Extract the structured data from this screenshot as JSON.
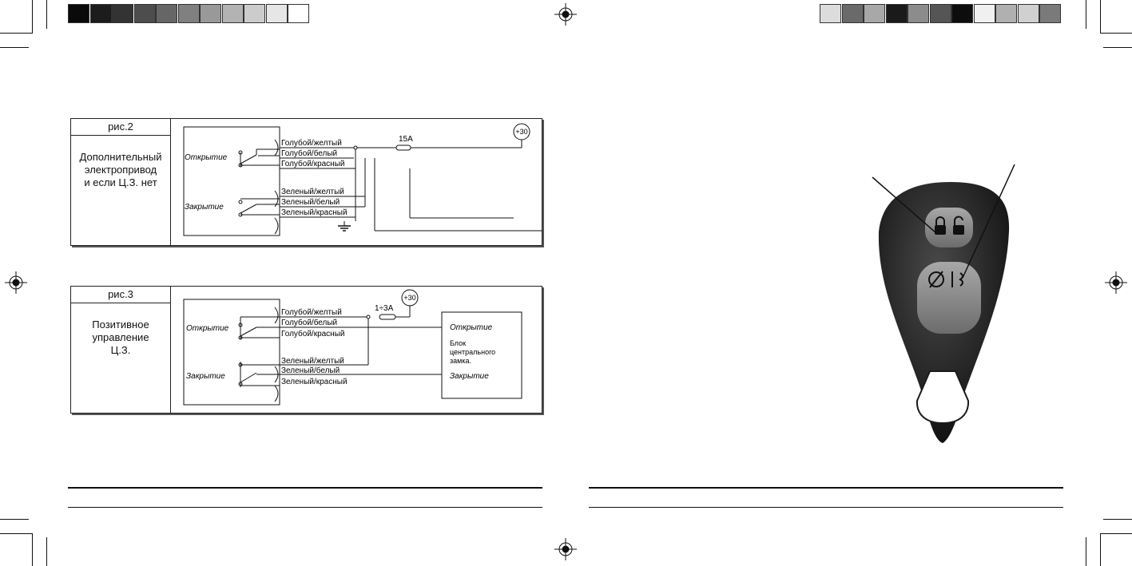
{
  "color_bar_left": [
    "#0a0a0a",
    "#1c1c1c",
    "#333333",
    "#4d4d4d",
    "#666666",
    "#808080",
    "#999999",
    "#b3b3b3",
    "#cccccc",
    "#e6e6e6",
    "#ffffff"
  ],
  "color_bar_right": [
    "#dcdcdc",
    "#6a6a6a",
    "#a8a8a8",
    "#1a1a1a",
    "#8c8c8c",
    "#555555",
    "#0d0d0d",
    "#f0f0f0",
    "#b0b0b0",
    "#d0d0d0",
    "#7a7a7a"
  ],
  "fig2": {
    "label": "рис.2",
    "description": "Дополнительный электропривод и если Ц.З. нет",
    "desc_lines": [
      "Дополнительный",
      "электропривод",
      "и если Ц.З. нет"
    ],
    "open_label": "Открытие",
    "close_label": "Закрытие",
    "wires": [
      "Голубой/желтый",
      "Голубой/белый",
      "Голубой/красный",
      "Зеленый/желтый",
      "Зеленый/белый",
      "Зеленый/красный"
    ],
    "fuse": "15А",
    "power": "+30"
  },
  "fig3": {
    "label": "рис.3",
    "desc_lines": [
      "Позитивное",
      "управление",
      "Ц.З."
    ],
    "open_label": "Открытие",
    "close_label": "Закрытие",
    "wires": [
      "Голубой/желтый",
      "Голубой/белый",
      "Голубой/красный",
      "Зеленый/желтый",
      "Зеленый/белый",
      "Зеленый/красный"
    ],
    "fuse": "1÷3А",
    "power": "+30",
    "block_open": "Открытие",
    "block_lines": [
      "Блок",
      "центрального",
      "замка."
    ],
    "block_close": "Закрытие"
  }
}
